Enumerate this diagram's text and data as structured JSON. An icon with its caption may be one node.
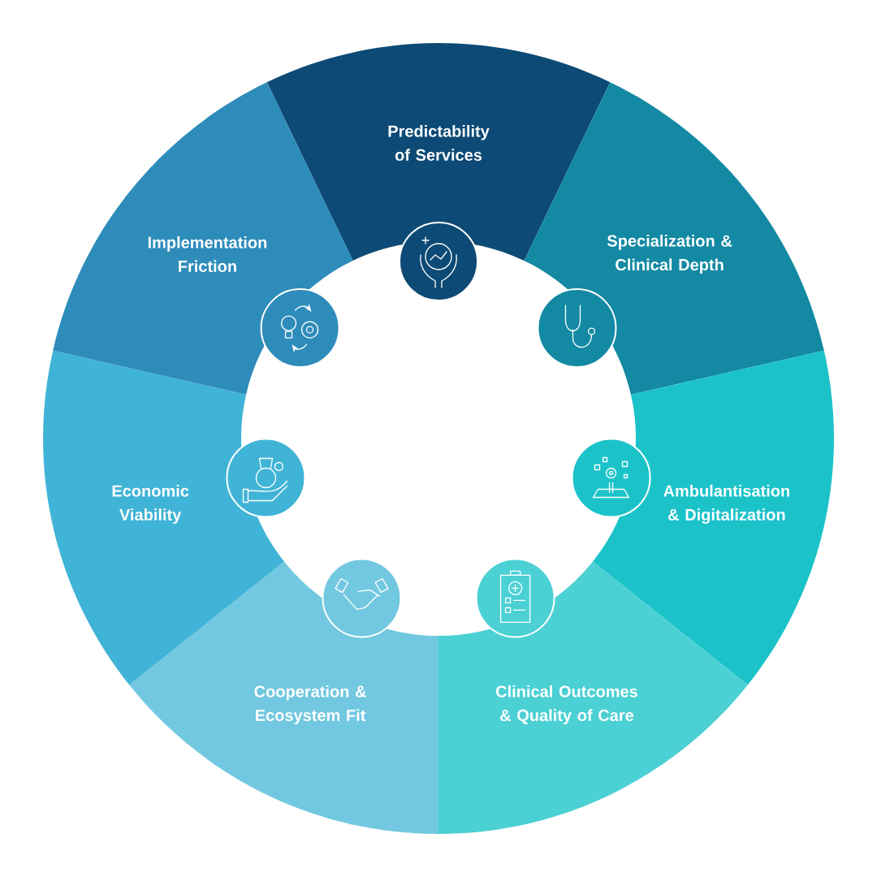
{
  "diagram": {
    "nodes": [
      {
        "text": [
          "Predictability of Services"
        ]
      },
      {
        "text": [
          "Specialization & Clinical Depth"
        ]
      },
      {
        "text": [
          "Ambulantisation & Digitalization"
        ]
      },
      {
        "text": [
          "Clinical Outcomes & Quality of Care"
        ]
      },
      {
        "text": [
          "Cooperation & Ecosystem Fit"
        ]
      },
      {
        "text": [
          "Economic Viability"
        ]
      },
      {
        "text": [
          "Implementation Friction"
        ]
      }
    ]
  }
}
